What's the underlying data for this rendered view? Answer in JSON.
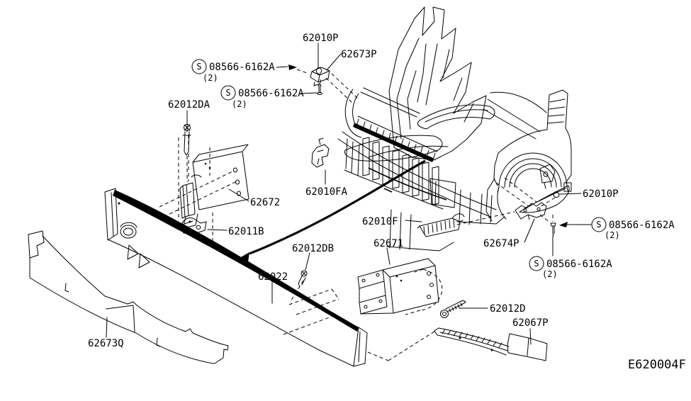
{
  "diagram": {
    "code": "E620004F",
    "background_color": "#ffffff",
    "line_color": "#000000"
  },
  "labels": [
    {
      "id": "62010P-top",
      "text": "62010P"
    },
    {
      "id": "62673P",
      "text": "62673P"
    },
    {
      "id": "screw-top-1",
      "prefix": "S",
      "text": "08566-6162A",
      "qty": "(2)"
    },
    {
      "id": "screw-top-2",
      "prefix": "S",
      "text": "08566-6162A",
      "qty": "(2)"
    },
    {
      "id": "62012DA",
      "text": "62012DA"
    },
    {
      "id": "62672",
      "text": "62672"
    },
    {
      "id": "62011B",
      "text": "62011B"
    },
    {
      "id": "62010FA",
      "text": "62010FA"
    },
    {
      "id": "62010F",
      "text": "62010F"
    },
    {
      "id": "62671",
      "text": "62671"
    },
    {
      "id": "62022",
      "text": "62022"
    },
    {
      "id": "62012DB",
      "text": "62012DB"
    },
    {
      "id": "62674P",
      "text": "62674P"
    },
    {
      "id": "62010P-right",
      "text": "62010P"
    },
    {
      "id": "screw-right-1",
      "prefix": "S",
      "text": "08566-6162A",
      "qty": "(2)"
    },
    {
      "id": "screw-right-2",
      "prefix": "S",
      "text": "08566-6162A",
      "qty": "(2)"
    },
    {
      "id": "62012D",
      "text": "62012D"
    },
    {
      "id": "62067P",
      "text": "62067P"
    },
    {
      "id": "62673Q",
      "text": "62673Q"
    }
  ]
}
